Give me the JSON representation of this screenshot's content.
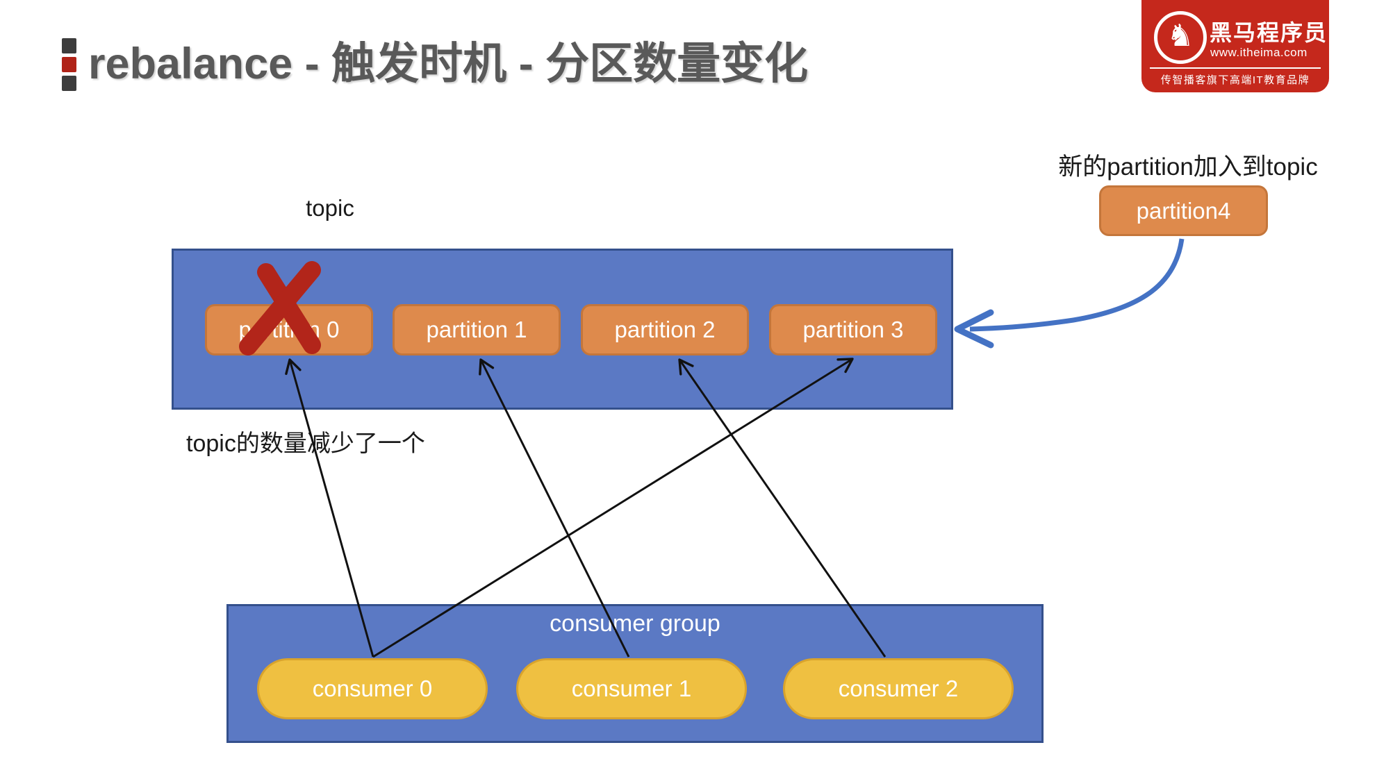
{
  "title": {
    "text": "rebalance - 触发时机 - 分区数量变化"
  },
  "logo": {
    "name": "黑马程序员",
    "url": "www.itheima.com",
    "tagline": "传智播客旗下高端IT教育品牌",
    "horse_icon": "♞"
  },
  "annotations": {
    "new_partition": "新的partition加入到topic",
    "partition_reduced": "topic的数量减少了一个"
  },
  "topic": {
    "label": "topic",
    "partitions": [
      {
        "label": "partition 0",
        "crossed_out": true
      },
      {
        "label": "partition 1",
        "crossed_out": false
      },
      {
        "label": "partition 2",
        "crossed_out": false
      },
      {
        "label": "partition 3",
        "crossed_out": false
      }
    ]
  },
  "new_partition_box": {
    "label": "partition4"
  },
  "consumer_group": {
    "label": "consumer group",
    "consumers": [
      {
        "label": "consumer 0"
      },
      {
        "label": "consumer 1"
      },
      {
        "label": "consumer 2"
      }
    ]
  },
  "connections": [
    {
      "from": "consumer 0",
      "to": "partition 0",
      "style": "black-arrow"
    },
    {
      "from": "consumer 0",
      "to": "partition 3",
      "style": "black-arrow"
    },
    {
      "from": "consumer 1",
      "to": "partition 1",
      "style": "black-arrow"
    },
    {
      "from": "consumer 2",
      "to": "partition 2",
      "style": "black-arrow"
    },
    {
      "from": "partition4",
      "to": "topic",
      "style": "blue-curved-arrow"
    }
  ],
  "colors": {
    "title": "#595959",
    "bullet_dark": "#3d3d3d",
    "bullet_red": "#b02318",
    "logo_red": "#c5281c",
    "blue_fill": "#5b79c4",
    "blue_border": "#34508c",
    "orange_fill": "#de8a4c",
    "orange_border": "#c4763b",
    "yellow_fill": "#efc041",
    "yellow_border": "#d9a32c",
    "arrow_black": "#111111",
    "arrow_blue": "#4472c4",
    "x_red": "#b2251a"
  }
}
